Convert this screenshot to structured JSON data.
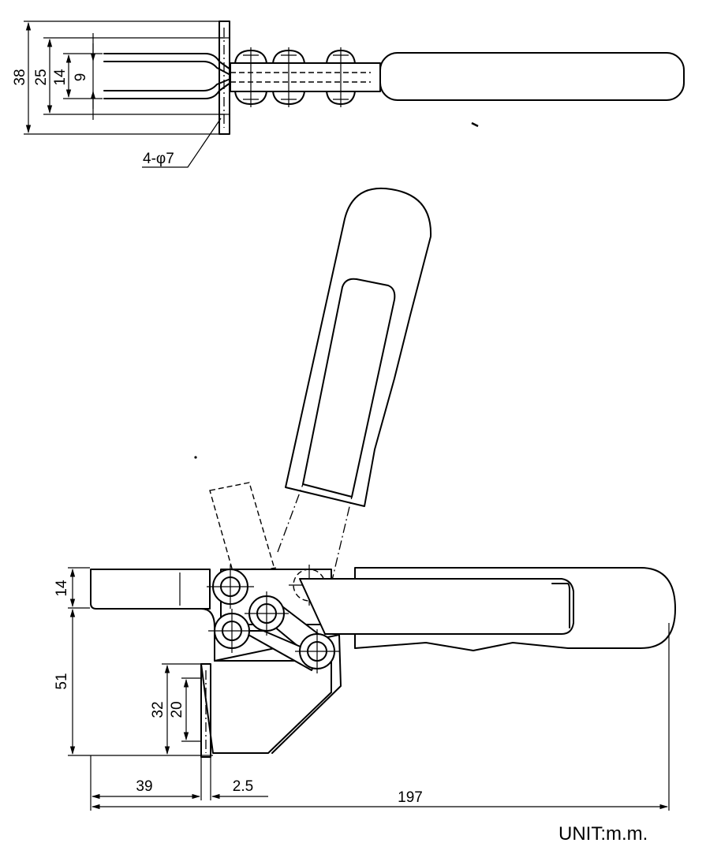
{
  "dimensions": {
    "top_view": {
      "overall_width": "38",
      "inner_width": "25",
      "slot_outer": "14",
      "slot_inner": "9",
      "holes": "4-φ7"
    },
    "side_view": {
      "base_thickness": "14",
      "base_height": "51",
      "mount_height": "32",
      "mount_slot": "20",
      "offset": "39",
      "plate_thickness": "2.5",
      "total_length": "197"
    }
  },
  "unit_label": "UNIT:m.m."
}
